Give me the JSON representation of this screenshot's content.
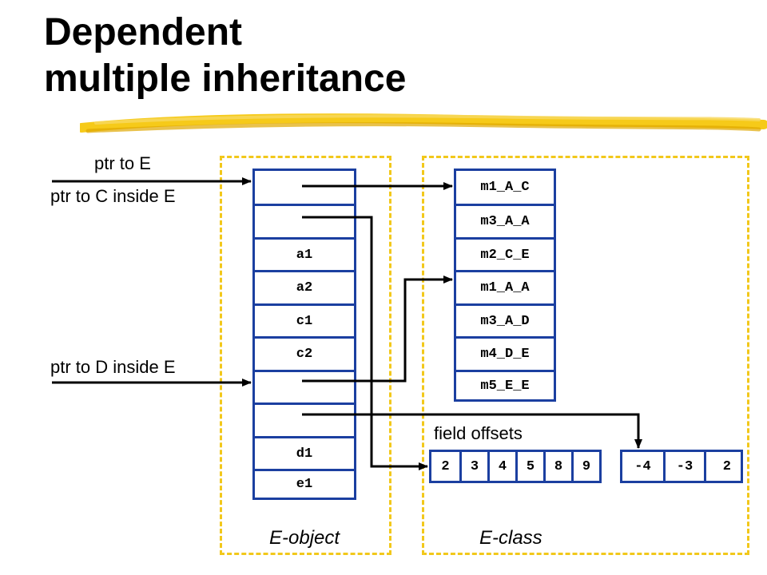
{
  "title": {
    "line1": "Dependent",
    "line2": "multiple inheritance"
  },
  "labels": {
    "ptr_to_E": "ptr to E",
    "ptr_to_C": "ptr to C inside E",
    "ptr_to_D": "ptr to D inside E",
    "field_offsets": "field offsets",
    "e_object": "E-object",
    "e_class": "E-class"
  },
  "object_cells": [
    "",
    "",
    "a1",
    "a2",
    "c1",
    "c2",
    "",
    "",
    "d1",
    "e1"
  ],
  "vtable_cells": [
    "m1_A_C",
    "m3_A_A",
    "m2_C_E",
    "m1_A_A",
    "m3_A_D",
    "m4_D_E",
    "m5_E_E"
  ],
  "offsets_group1": [
    "2",
    "3",
    "4",
    "5",
    "8",
    "9"
  ],
  "offsets_group2": [
    "-4",
    "-3",
    "2"
  ],
  "colors": {
    "border": "#1b3fa0",
    "dashed": "#f2c81b",
    "highlight": "#f5c400",
    "arrow": "#000000"
  }
}
